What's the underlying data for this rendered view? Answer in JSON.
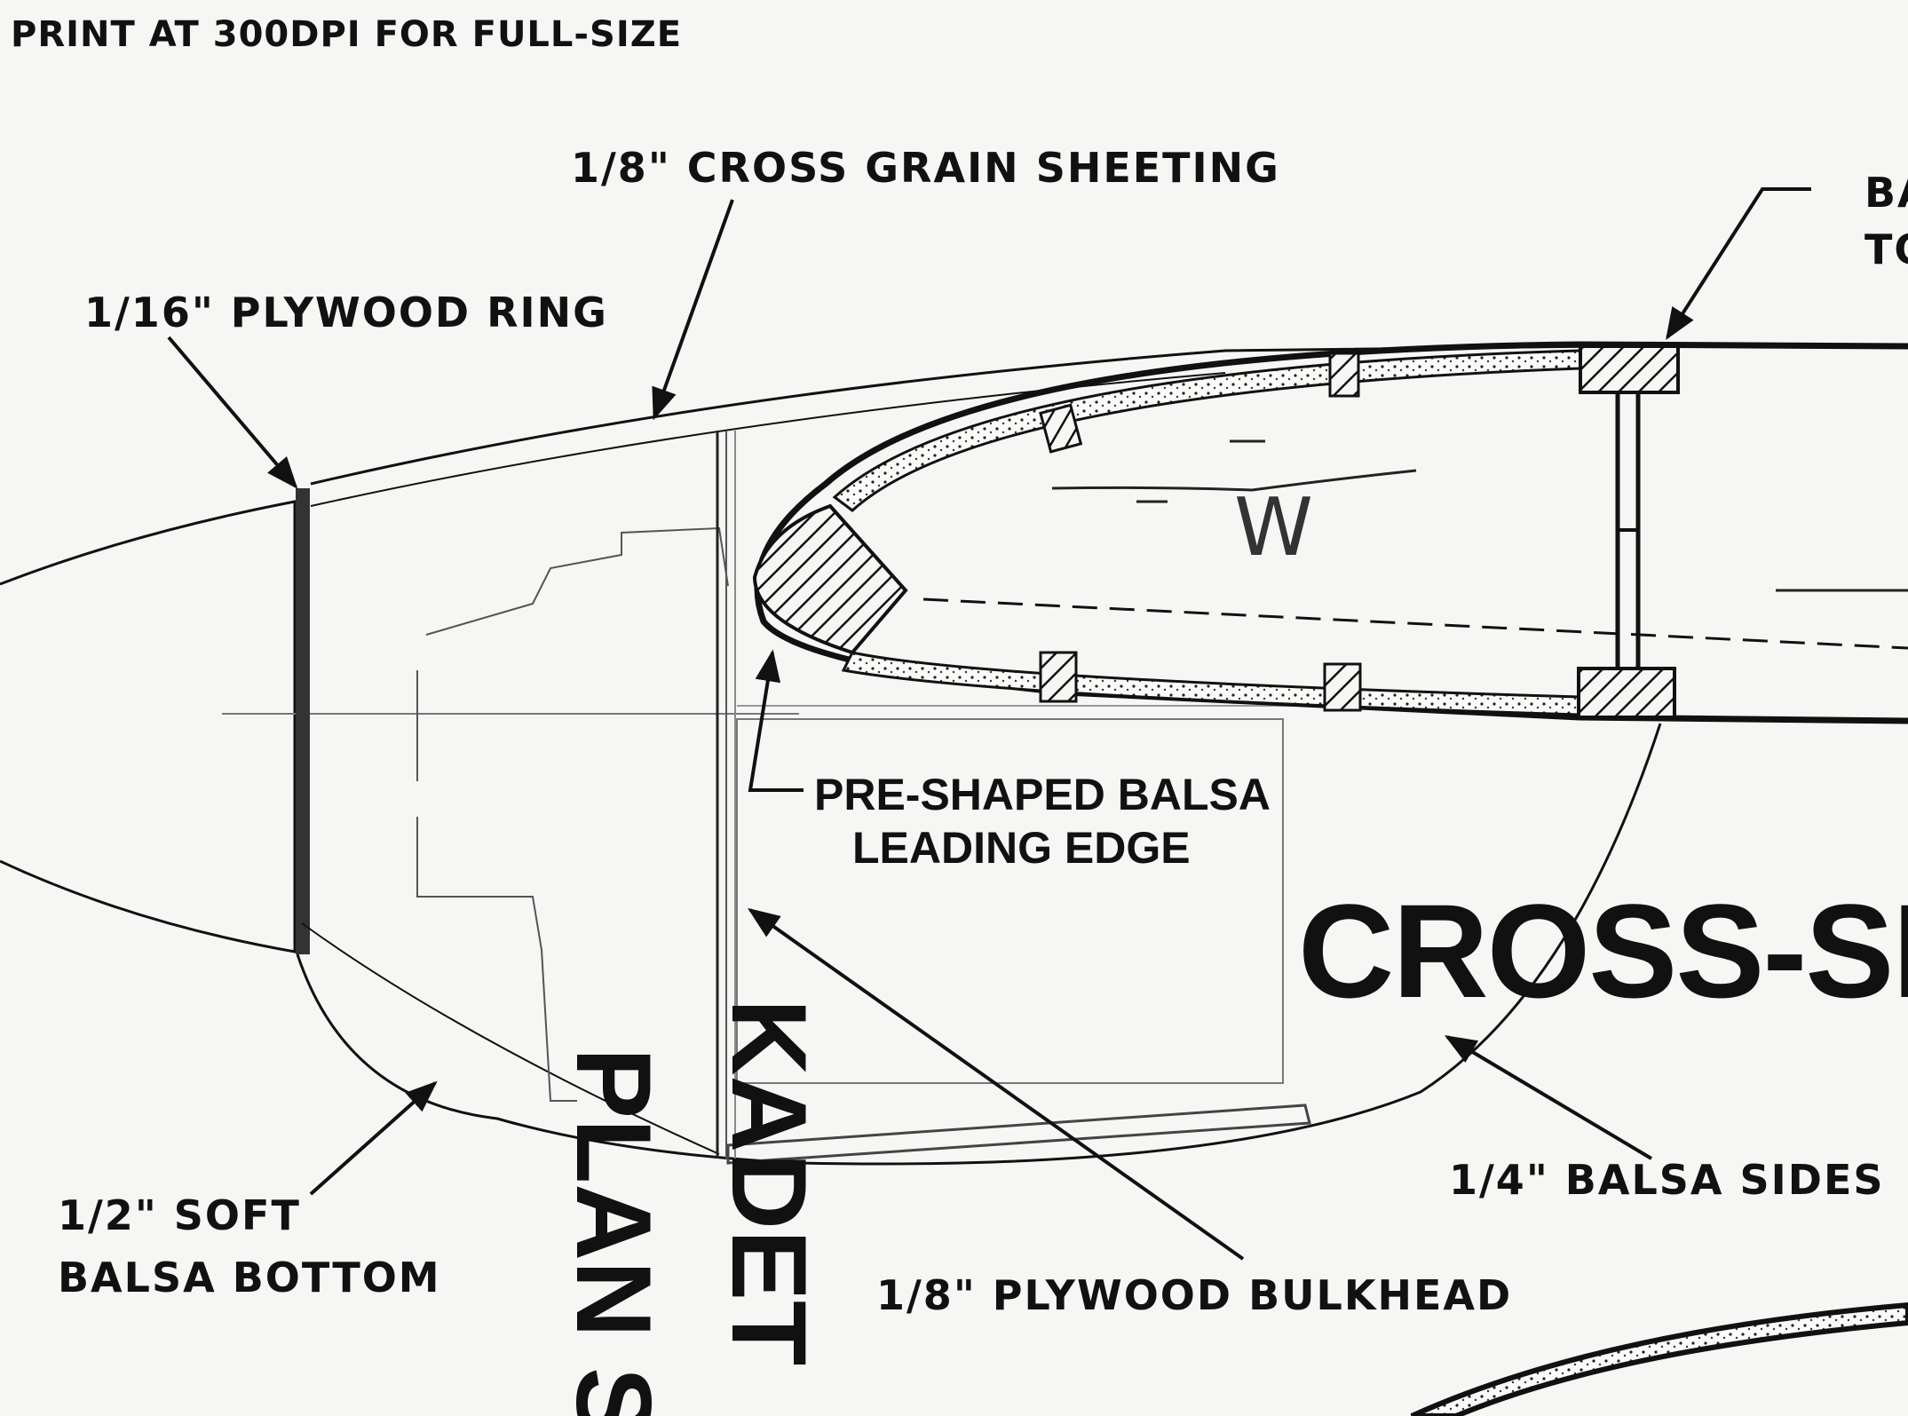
{
  "header_note": "PRINT AT 300DPI FOR FULL-SIZE",
  "labels": {
    "cross_grain_sheeting": "1/8\" CROSS GRAIN SHEETING",
    "plywood_ring": "1/16\" PLYWOOD RING",
    "top_right_line1": "BA",
    "top_right_line2": "TO",
    "wing_mark": "W",
    "leading_edge_line1": "PRE-SHAPED BALSA",
    "leading_edge_line2": "LEADING EDGE",
    "cross_section": "CROSS-SEC",
    "balsa_sides": "1/4\" BALSA SIDES",
    "soft_bottom_line1": "1/2\" SOFT",
    "soft_bottom_line2": "BALSA BOTTOM",
    "plywood_bulkhead": "1/8\" PLYWOOD BULKHEAD",
    "kadet": "KADET",
    "plan_side": "PLAN S"
  }
}
